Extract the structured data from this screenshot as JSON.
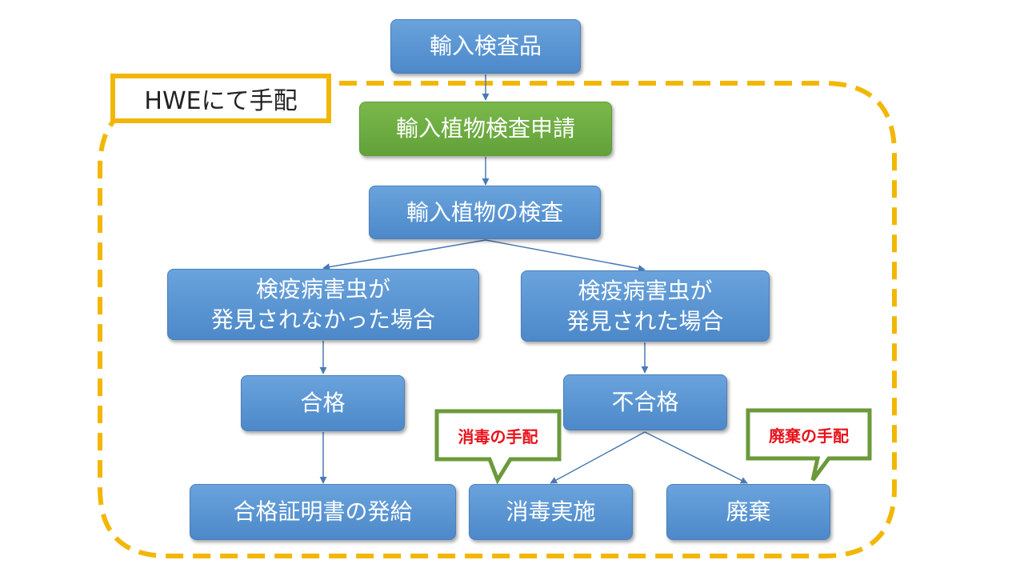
{
  "group_label": "HWEにて手配",
  "nodes": {
    "import_item": "輸入検査品",
    "application": "輸入植物検査申請",
    "inspection": "輸入植物の検査",
    "not_found": "検疫病害虫が\n発見されなかった場合",
    "found": "検疫病害虫が\n発見された場合",
    "pass": "合格",
    "fail": "不合格",
    "certificate": "合格証明書の発給",
    "disinfection": "消毒実施",
    "disposal": "廃棄"
  },
  "callouts": {
    "disinfection": "消毒の手配",
    "disposal": "廃棄の手配"
  },
  "colors": {
    "node_blue": "#5b96d3",
    "node_green": "#6ead42",
    "group_border": "#f2b705",
    "callout_border": "#6b9a3a",
    "callout_text": "#e8121b",
    "connector": "#4a7ab5"
  }
}
